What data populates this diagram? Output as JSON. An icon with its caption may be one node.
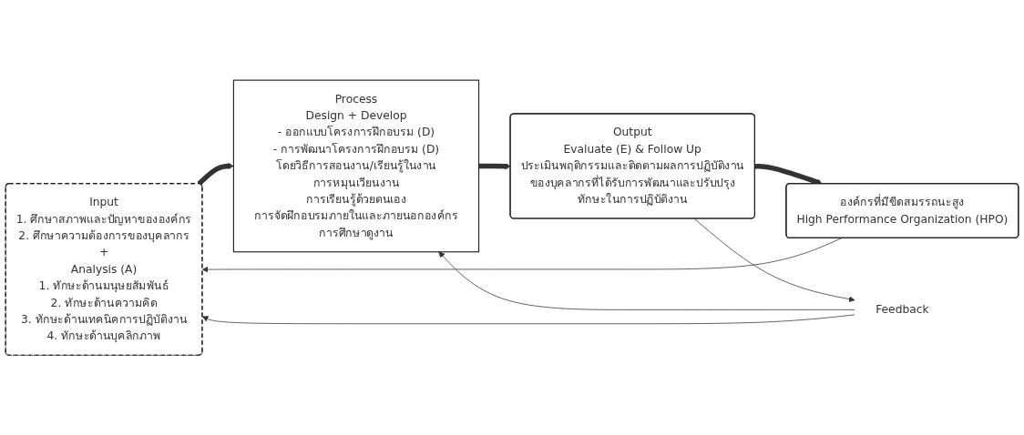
{
  "diagram": {
    "nodes": [
      {
        "text": [
          "Input",
          "1. ศึกษาสภาพและปัญหาขององค์กร",
          "2. ศึกษาความต้องการของบุคลากร",
          "+",
          "Analysis (A)",
          "1. ทักษะด้านมนุษยสัมพันธ์",
          "2. ทักษะด้านความคิด",
          "3. ทักษะด้านเทคนิคการปฏิบัติงาน",
          "4. ทักษะด้านบุคลิกภาพ"
        ]
      },
      {
        "text": [
          "Process",
          "Design + Develop",
          "- ออกแบบโครงการฝึกอบรม (D)",
          "- การพัฒนาโครงการฝึกอบรม (D)",
          "โดยวิธีการสอนงาน/เรียนรู้ในงาน",
          "การหมุนเวียนงาน",
          "การเรียนรู้ด้วยตนเอง",
          "การจัดฝึกอบรมภายในและภายนอกองค์กร",
          "การศึกษาดูงาน"
        ]
      },
      {
        "text": [
          "Output",
          "Evaluate (E) & Follow Up",
          "ประเมินพฤติกรรมและติดตามผลการปฏิบัติงานของบุคลากรที่ได้รับการพัฒนาและปรับปรุงทักษะในการปฏิบัติงาน"
        ]
      },
      {
        "text": [
          "องค์กรที่มีขีดสมรรถนะสูง",
          "High Performance Organization (HPO)"
        ]
      },
      {
        "text": [
          "Feedback"
        ]
      }
    ],
    "edges": [
      {
        "from": 0,
        "to": 1,
        "arrow": "to",
        "style": "thick"
      },
      {
        "from": 1,
        "to": 2,
        "arrow": "to",
        "style": "thick"
      },
      {
        "from": 2,
        "to": 3,
        "arrow": "to",
        "style": "thick"
      },
      {
        "from": 2,
        "to": 4,
        "arrow": "to"
      },
      {
        "from": 4,
        "to": 1,
        "arrow": "to"
      },
      {
        "from": 4,
        "to": 0,
        "arrow": "to"
      },
      {
        "from": 3,
        "to": 0,
        "arrow": "to"
      }
    ]
  }
}
